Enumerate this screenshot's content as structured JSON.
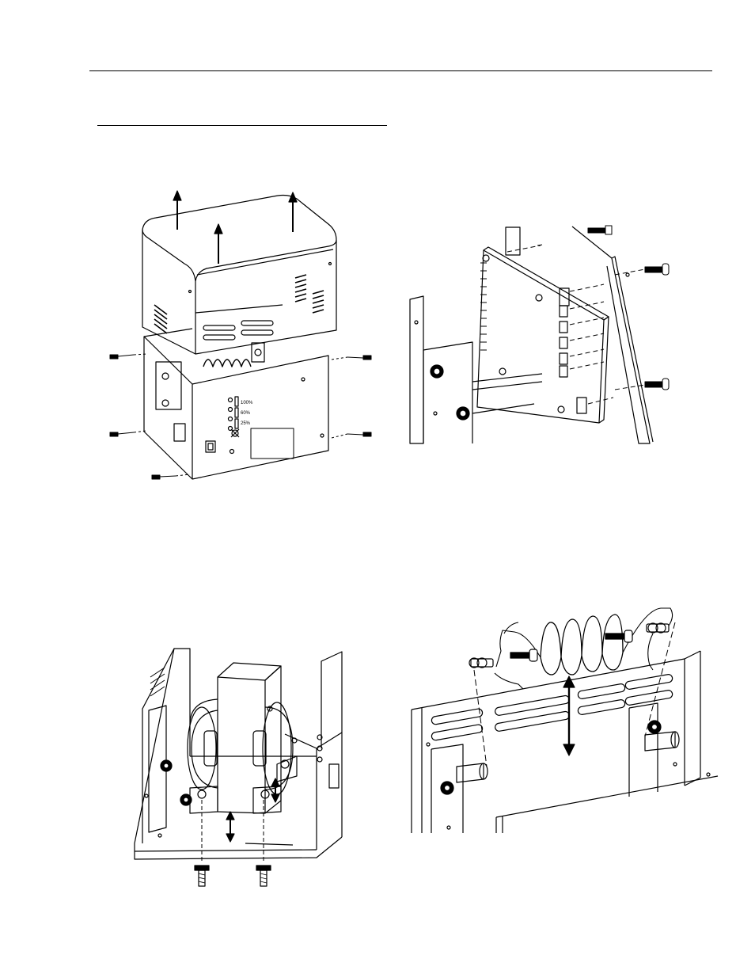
{
  "figures": {
    "cover": {
      "icon": "enclosure-cover-removal-icon",
      "switch_labels": [
        "100%",
        "60%",
        "25%"
      ]
    },
    "board": {
      "icon": "circuit-board-mounting-icon"
    },
    "transformer": {
      "icon": "transformer-removal-icon"
    },
    "resistor": {
      "icon": "coil-resistor-removal-icon"
    }
  }
}
